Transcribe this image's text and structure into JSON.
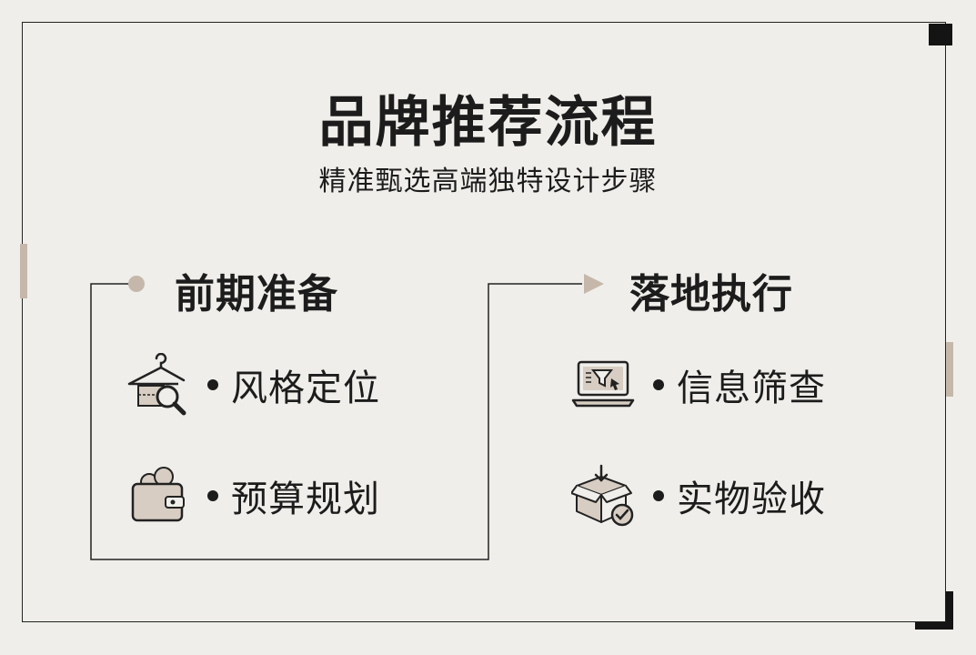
{
  "title": "品牌推荐流程",
  "subtitle": "精准甄选高端独特设计步骤",
  "sections": [
    {
      "title": "前期准备",
      "items": [
        {
          "label": "风格定位",
          "icon": "hanger-magnifier-icon"
        },
        {
          "label": "预算规划",
          "icon": "wallet-coins-icon"
        }
      ]
    },
    {
      "title": "落地执行",
      "items": [
        {
          "label": "信息筛查",
          "icon": "laptop-filter-icon"
        },
        {
          "label": "实物验收",
          "icon": "box-check-icon"
        }
      ]
    }
  ],
  "colors": {
    "background": "#efeeea",
    "accent": "#c5b8aa",
    "icon_fill": "#d7cdc2",
    "line": "#222222",
    "text": "#1c1c1c"
  }
}
